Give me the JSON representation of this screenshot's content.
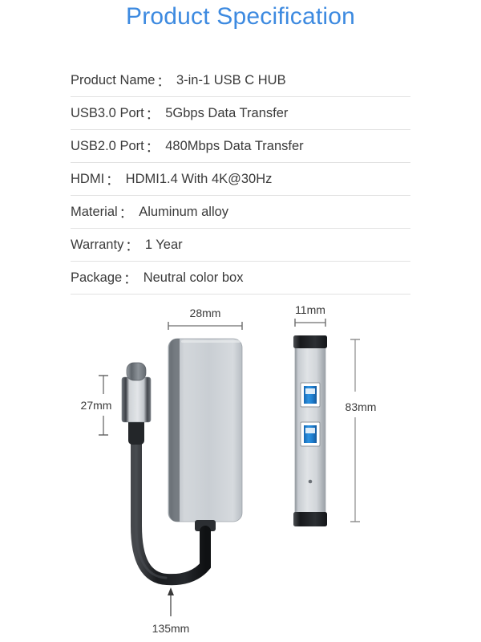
{
  "page": {
    "title": "Product Specification",
    "title_color": "#3d8ae0",
    "background": "#ffffff"
  },
  "spec_table": {
    "separator_color": "#e2e2e2",
    "rows": [
      {
        "label": "Product Name",
        "separator": "：",
        "value": "3-in-1 USB C HUB"
      },
      {
        "label": "USB3.0 Port",
        "separator": "：",
        "value": "5Gbps Data Transfer"
      },
      {
        "label": "USB2.0 Port",
        "separator": "：",
        "value": "480Mbps Data Transfer"
      },
      {
        "label": "HDMI",
        "separator": "：",
        "value": "HDMI1.4 With 4K@30Hz"
      },
      {
        "label": "Material",
        "separator": "：",
        "value": "Aluminum alloy"
      },
      {
        "label": "Warranty",
        "separator": "：",
        "value": "1 Year"
      },
      {
        "label": "Package",
        "separator": "：",
        "value": "Neutral color box"
      }
    ]
  },
  "diagram": {
    "dimensions": {
      "body_width": "28mm",
      "side_width": "11mm",
      "connector_length": "27mm",
      "body_height": "83mm",
      "cable_length": "135mm"
    },
    "colors": {
      "aluminum_light": "#d2d6da",
      "aluminum_mid": "#b9bfc5",
      "aluminum_dark": "#7b8188",
      "cable_black": "#1f2124",
      "cap_black": "#26282b",
      "usb_blue": "#1f7fd0",
      "dimension_line": "#6d6d6d"
    },
    "ports": {
      "usb_port_count": 2,
      "led_indicator": true
    }
  }
}
